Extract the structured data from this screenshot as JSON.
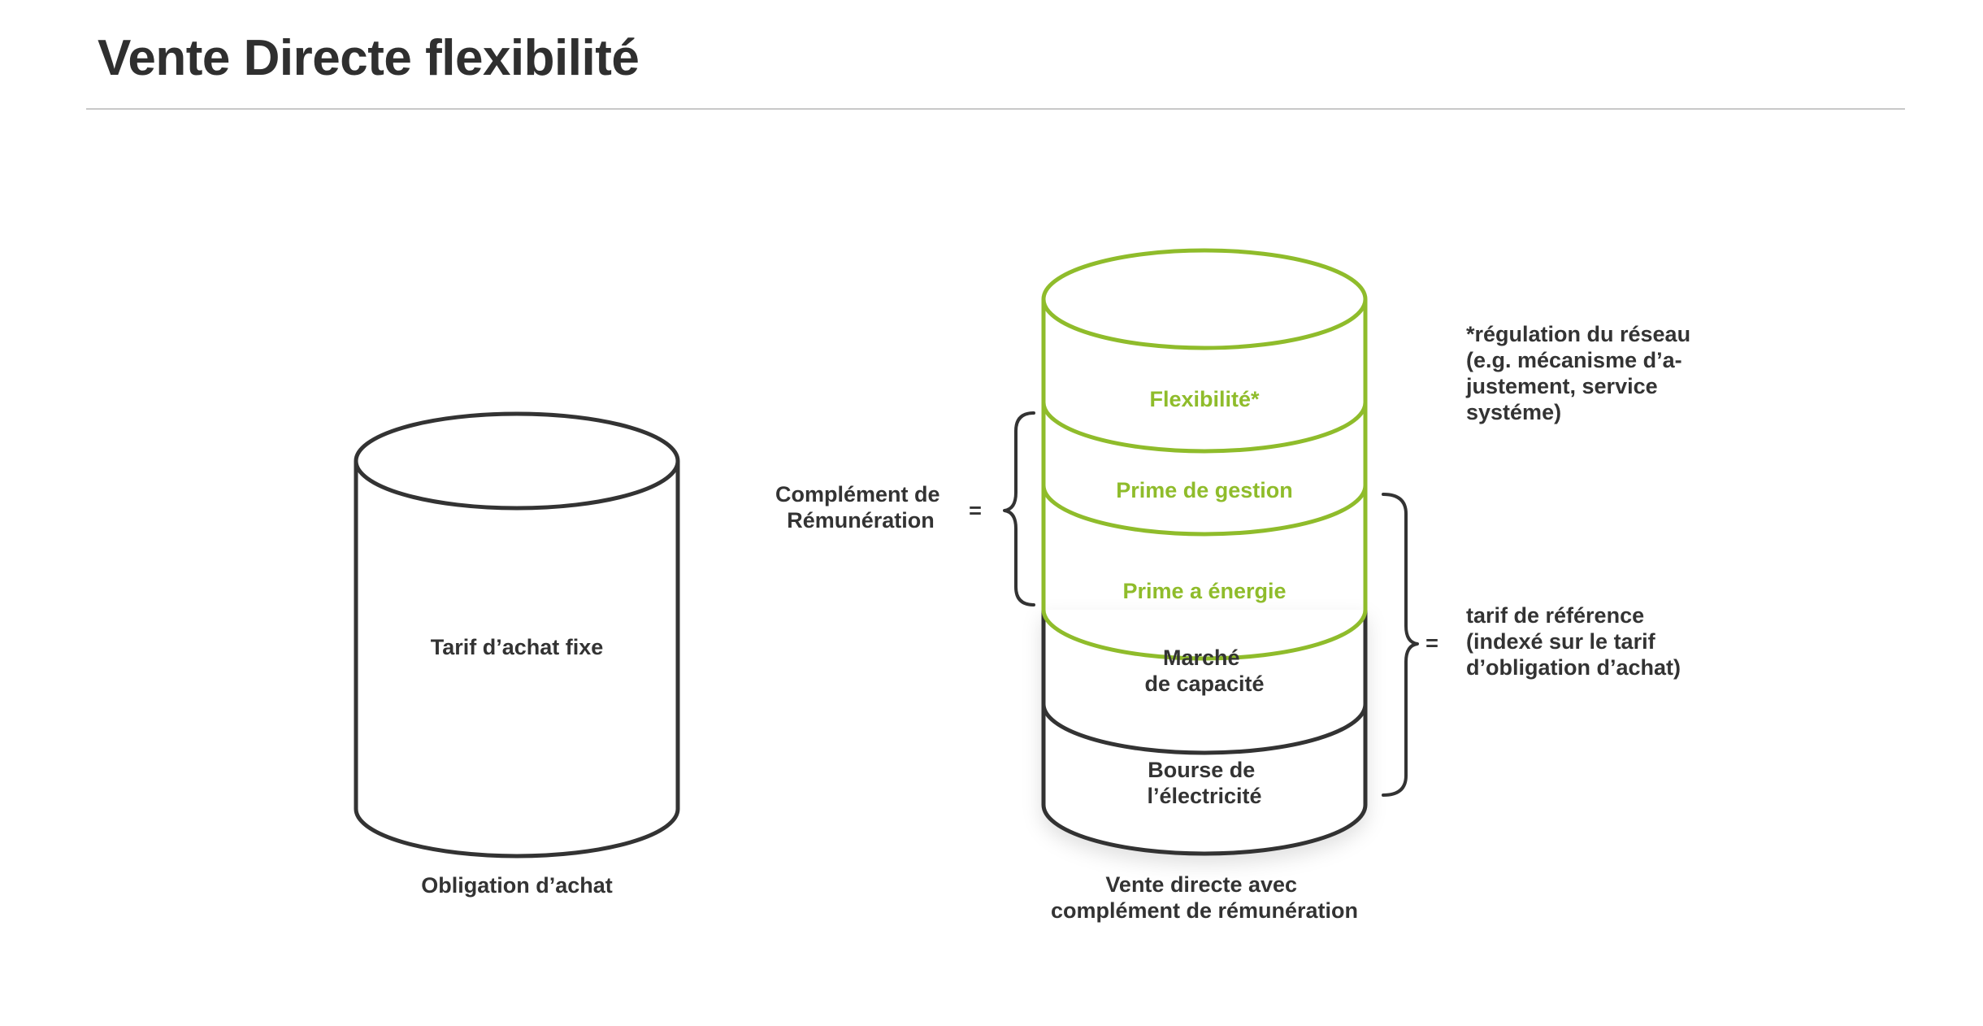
{
  "title": "Vente Directe flexibilité",
  "colors": {
    "accent_green": "#8fbc2b",
    "outline_dark": "#333333",
    "rule": "#c8c8c8"
  },
  "left_cylinder": {
    "inner_label": "Tarif d’achat fixe",
    "caption": "Obligation d’achat"
  },
  "right_cylinder": {
    "layers": [
      {
        "label_lines": [
          "Flexibilité*"
        ],
        "color": "green"
      },
      {
        "label_lines": [
          "Prime de gestion"
        ],
        "color": "green"
      },
      {
        "label_lines": [
          "Prime a énergie"
        ],
        "color": "green"
      },
      {
        "label_lines": [
          "Marché",
          "de capacité"
        ],
        "color": "dark"
      },
      {
        "label_lines": [
          "Bourse de",
          "l’électricité"
        ],
        "color": "dark"
      }
    ],
    "caption_lines": [
      "Vente directe avec",
      "complément de rémunération"
    ]
  },
  "left_bracket": {
    "label_lines": [
      "Complément de",
      "Rémunération"
    ],
    "equals": "="
  },
  "right_bracket": {
    "equals": "=",
    "label_lines": [
      "tarif de référence",
      "(indexé sur le tarif",
      "d’obligation d’achat)"
    ]
  },
  "footnote_lines": [
    "*régulation du réseau",
    "(e.g. mécanisme d’a-",
    "justement, service",
    "systéme)"
  ]
}
